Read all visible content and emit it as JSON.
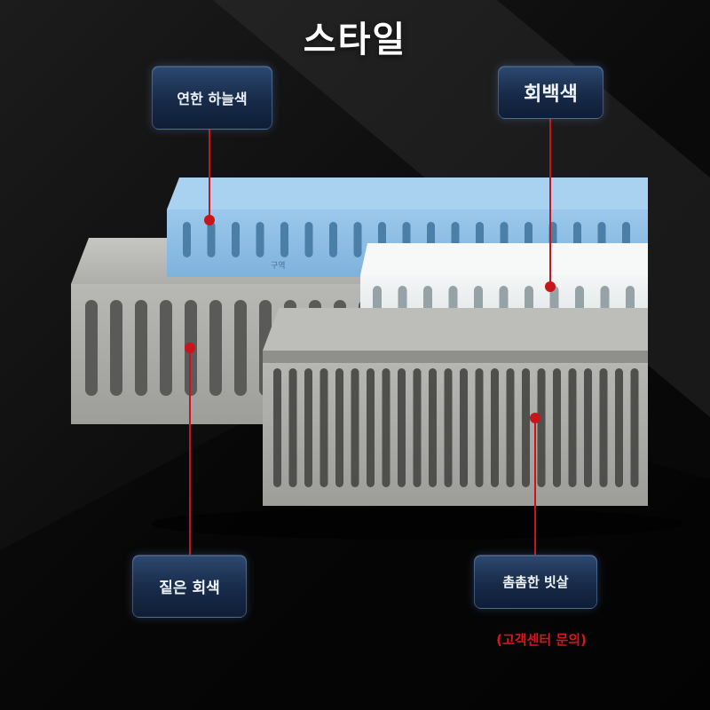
{
  "title": "스타일",
  "callouts": {
    "light_sky_blue": "연한 하늘색",
    "greyish_white": "회백색",
    "dark_grey": "짙은 회색",
    "dense_slots": "촘촘한 빗살"
  },
  "note": "(고객센터 문의)",
  "product_print": "구역",
  "colors": {
    "accent_red": "#c8141a",
    "tag_bg": "#1b2f50",
    "duct_blue": "#8fc0e6",
    "duct_white": "#e9eef0",
    "duct_grey": "#a9a9a5"
  }
}
